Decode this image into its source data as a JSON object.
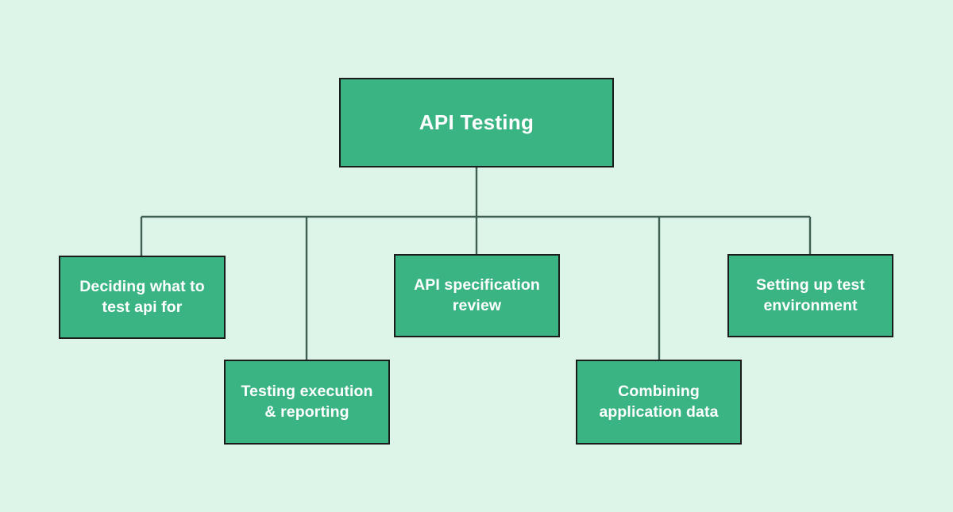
{
  "diagram": {
    "title": "API Testing",
    "background_color": "#ddf4e9",
    "node_fill_color": "#3bb484",
    "node_border_color": "#1b1b1b",
    "node_text_color": "#ffffff",
    "connector_color": "#3f5f52",
    "root": {
      "label": "API Testing"
    },
    "children": [
      {
        "label": "Deciding what to test api for"
      },
      {
        "label": "Testing execution & reporting"
      },
      {
        "label": "API specification review"
      },
      {
        "label": "Combining application data"
      },
      {
        "label": "Setting up test environment"
      }
    ]
  }
}
